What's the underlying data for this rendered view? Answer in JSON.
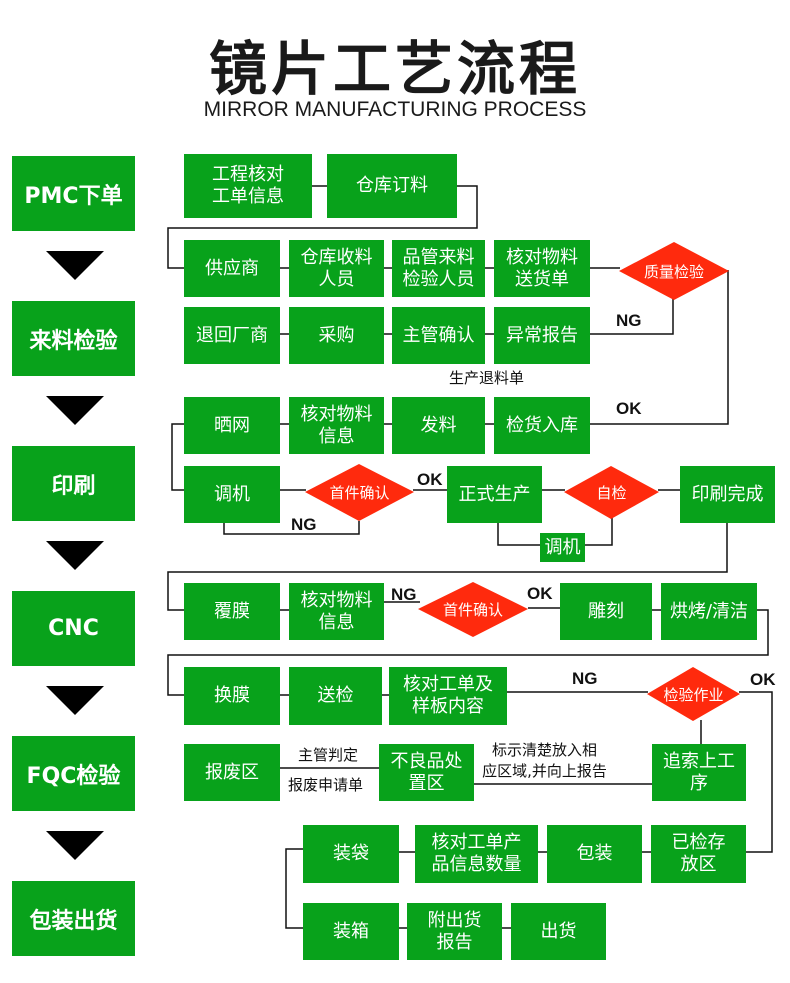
{
  "header": {
    "title": "镜片工艺流程",
    "subtitle": "MIRROR MANUFACTURING PROCESS"
  },
  "colors": {
    "box": "#08a21b",
    "decision": "#ff2a0d",
    "line": "#000000"
  },
  "stages": [
    "PMC下单",
    "来料检验",
    "印刷",
    "CNC",
    "FQC检验",
    "包装出货"
  ],
  "steps": {
    "verify_order": "工程核对\n工单信息",
    "warehouse_order": "仓库订料",
    "supplier": "供应商",
    "warehouse_receiver": "仓库收料\n人员",
    "iqc_inspector": "品管来料\n检验人员",
    "verify_delivery": "核对物料\n送货单",
    "return_vendor": "退回厂商",
    "purchasing": "采购",
    "supervisor_confirm": "主管确认",
    "exception_report": "异常报告",
    "screen_drying": "晒网",
    "verify_material_1": "核对物料\n信息",
    "material_issue": "发料",
    "inspect_store": "检货入库",
    "tuning_1": "调机",
    "mass_production": "正式生产",
    "print_done": "印刷完成",
    "tuning_2": "调机",
    "laminating": "覆膜",
    "verify_material_2": "核对物料\n信息",
    "engraving": "雕刻",
    "bake_clean": "烘烤/清洁",
    "film_change": "换膜",
    "send_inspect": "送检",
    "verify_sample": "核对工单及\n样板内容",
    "scrap_area": "报废区",
    "defect_area": "不良品处\n置区",
    "trace_process": "追索上工\n序",
    "bagging": "装袋",
    "verify_qty": "核对工单产\n品信息数量",
    "packing": "包装",
    "inspected_store": "已检存\n放区",
    "boxing": "装箱",
    "attach_report": "附出货\n报告",
    "shipping": "出货"
  },
  "decisions": {
    "quality_check": "质量检验",
    "first_article_1": "首件确认",
    "self_check": "自检",
    "first_article_2": "首件确认",
    "inspection": "检验作业"
  },
  "labels": {
    "ng": "NG",
    "ok": "OK",
    "production_return": "生产退料单",
    "supervisor_judge": "主管判定",
    "scrap_request": "报废申请单",
    "mark_report": "标示清楚放入相\n应区域,并向上报告"
  }
}
